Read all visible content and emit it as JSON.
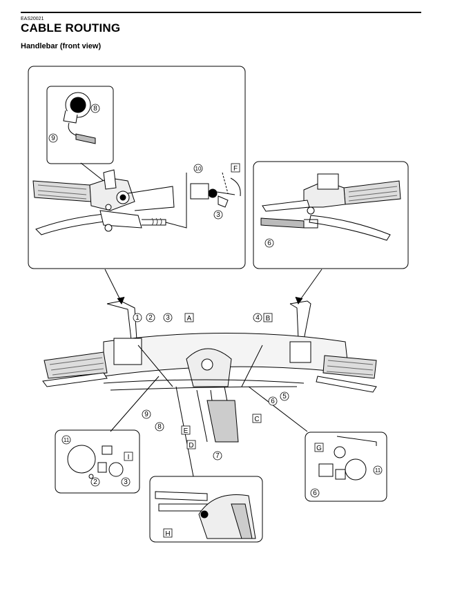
{
  "header": {
    "code": "EAS20021",
    "title": "CABLE ROUTING",
    "subtitle": "Handlebar (front view)"
  },
  "callouts": {
    "c1": "1",
    "c2": "2",
    "c3": "3",
    "c4": "4",
    "c5": "5",
    "c6": "6",
    "c7": "7",
    "c8": "8",
    "c9": "9",
    "c10": "10",
    "c11": "11"
  },
  "letters": {
    "A": "A",
    "B": "B",
    "C": "C",
    "D": "D",
    "E": "E",
    "F": "F",
    "G": "G",
    "H": "H",
    "I": "I"
  }
}
